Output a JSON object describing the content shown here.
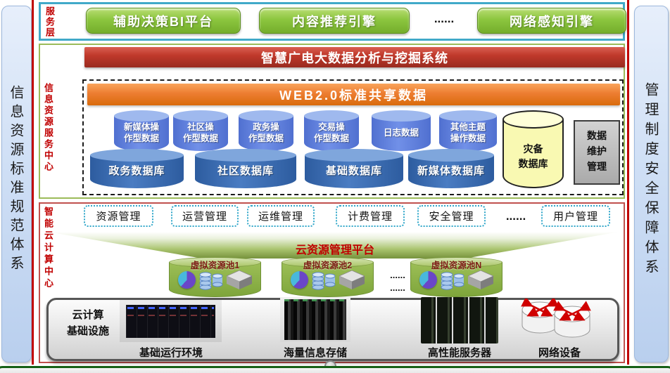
{
  "left_panel": {
    "text": "信息资源标准规范体系"
  },
  "right_panel": {
    "text": "管理制度安全保障体系"
  },
  "service_layer": {
    "label": "服务层",
    "buttons": [
      "辅助决策BI平台",
      "内容推荐引擎",
      "网络感知引擎"
    ],
    "dots": "......"
  },
  "info_center": {
    "label": "信息资源服务中心",
    "system_banner": "智慧广电大数据分析与挖掘系统",
    "web_banner": "WEB2.0标准共享数据",
    "op_databases": [
      "新媒体操\n作型数据",
      "社区操\n作型数据",
      "政务操\n作型数据",
      "交易操\n作型数据",
      "日志数据",
      "其他主题\n操作数据"
    ],
    "databases": [
      "政务数据库",
      "社区数据库",
      "基础数据库",
      "新媒体数据库"
    ],
    "disaster_db": "灾备\n数据库",
    "maintenance": "数据\n维护\n管理"
  },
  "cloud_center": {
    "label": "智能云计算中心",
    "management": [
      "资源管理",
      "运营管理",
      "运维管理",
      "计费管理",
      "安全管理",
      "用户管理"
    ],
    "dots": "......",
    "platform": "云资源管理平台",
    "pools": [
      "虚拟资源池1",
      "虚拟资源池2",
      "虚拟资源池N"
    ],
    "pool_dots": "......\n......",
    "infrastructure": {
      "label": "云计算\n基础设施",
      "items": [
        "基础运行环境",
        "海量信息存储",
        "高性能服务器",
        "网络设备"
      ]
    }
  },
  "colors": {
    "button_green": "#8CC63F",
    "banner_red": "#C0392B",
    "banner_orange": "#ED7D31",
    "op_cylinder_blue": "#5B7EDB",
    "db_cylinder_blue": "#2D5C9F",
    "disaster_yellow": "#F9F9B2",
    "pool_green": "#8FAF47",
    "dotted_border_cyan": "#2FA6C9",
    "section_border_cyan": "#41A9C9",
    "section_border_olive": "#9BBB59",
    "section_border_red": "#C0504D",
    "label_red": "#C00000"
  }
}
